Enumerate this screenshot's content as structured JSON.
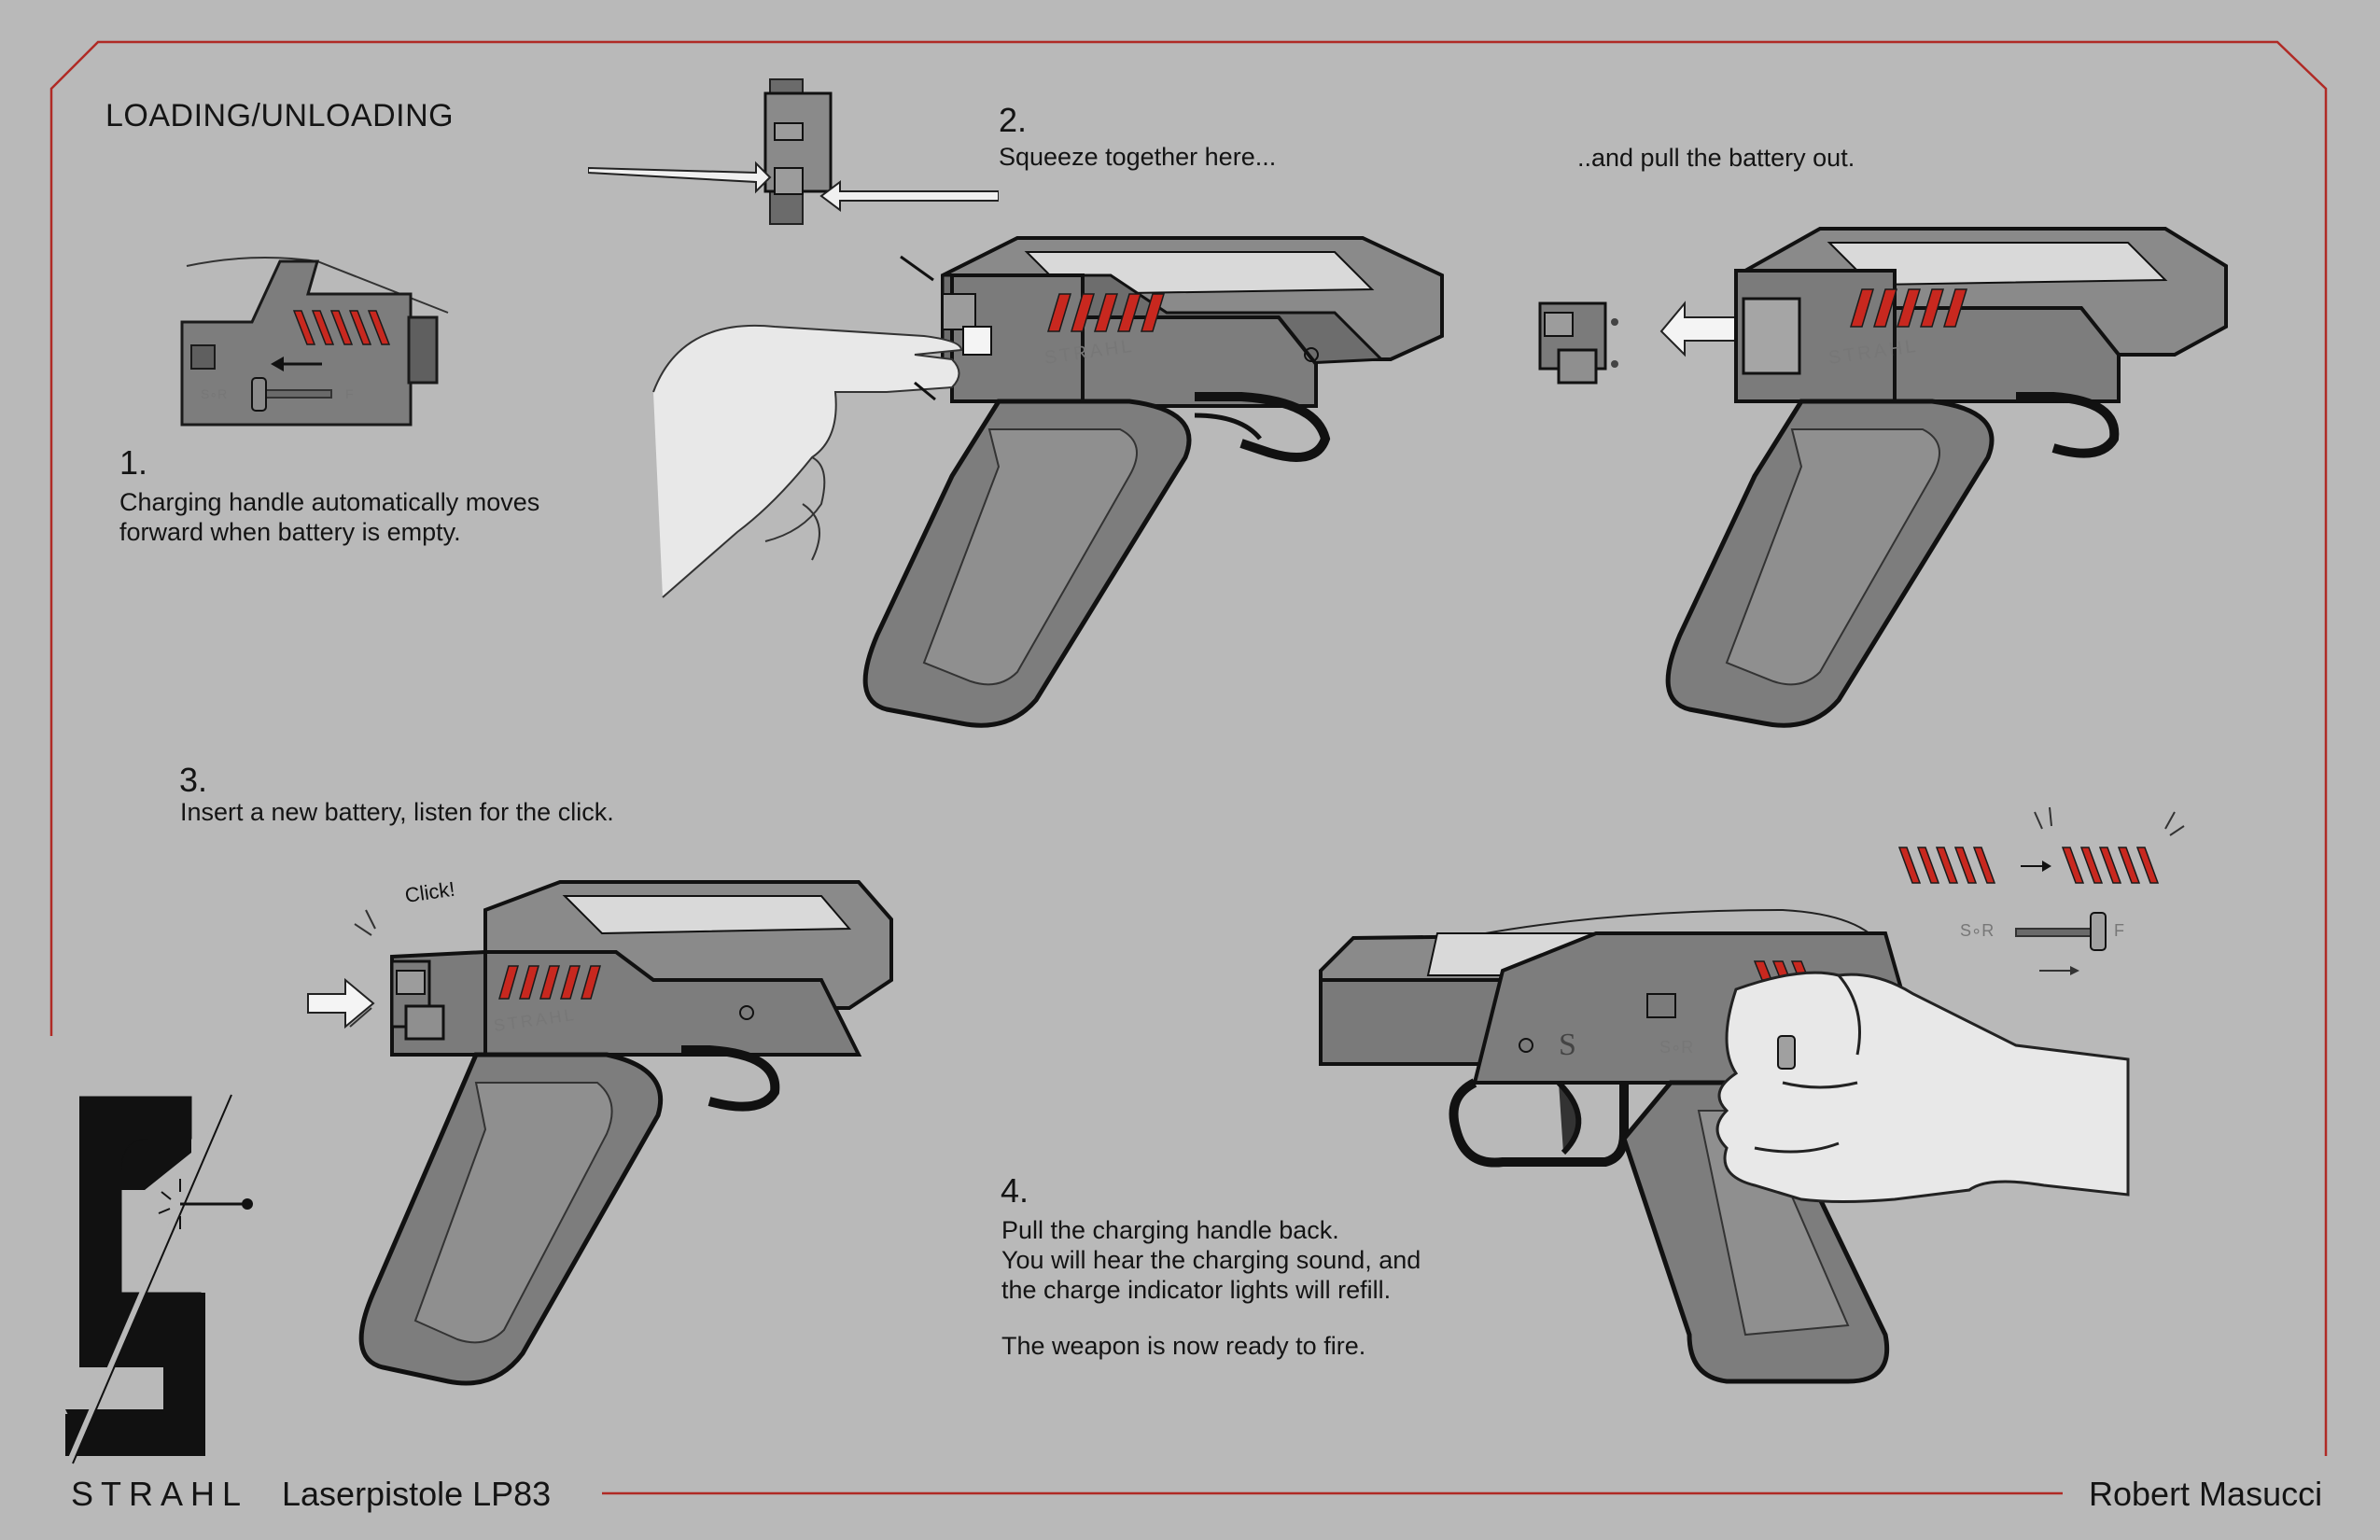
{
  "sheet": {
    "title": "LOADING/UNLOADING",
    "brand": "STRAHL",
    "model": "Laserpistole LP83",
    "author": "Robert Masucci"
  },
  "steps": [
    {
      "number": "1.",
      "lines": [
        "Charging handle automatically moves",
        "forward when battery is empty."
      ]
    },
    {
      "number": "2.",
      "lines": [
        "Squeeze together here..."
      ],
      "extra": "..and pull the battery out."
    },
    {
      "number": "3.",
      "lines": [
        "Insert a new battery, listen for the click."
      ]
    },
    {
      "number": "4.",
      "lines": [
        "Pull the charging handle back.",
        "You will hear the charging sound, and",
        "the charge indicator lights will refill.",
        "",
        "The weapon is now ready to fire."
      ]
    }
  ],
  "annotations": {
    "click": "Click!",
    "gun_marking": "STRAHL",
    "selector_left": "S∘R",
    "selector_right": "F"
  },
  "colors": {
    "frame_red": "#b02a25",
    "accent_red": "#c8281f",
    "gun_body": "#7d7d7d",
    "gun_dark": "#5f5f5f",
    "background": "#b9b9b9"
  },
  "icons": [
    "strahl-logo-icon",
    "arrow-right-icon",
    "arrow-left-icon",
    "hand-icon",
    "fist-icon",
    "battery-icon"
  ]
}
